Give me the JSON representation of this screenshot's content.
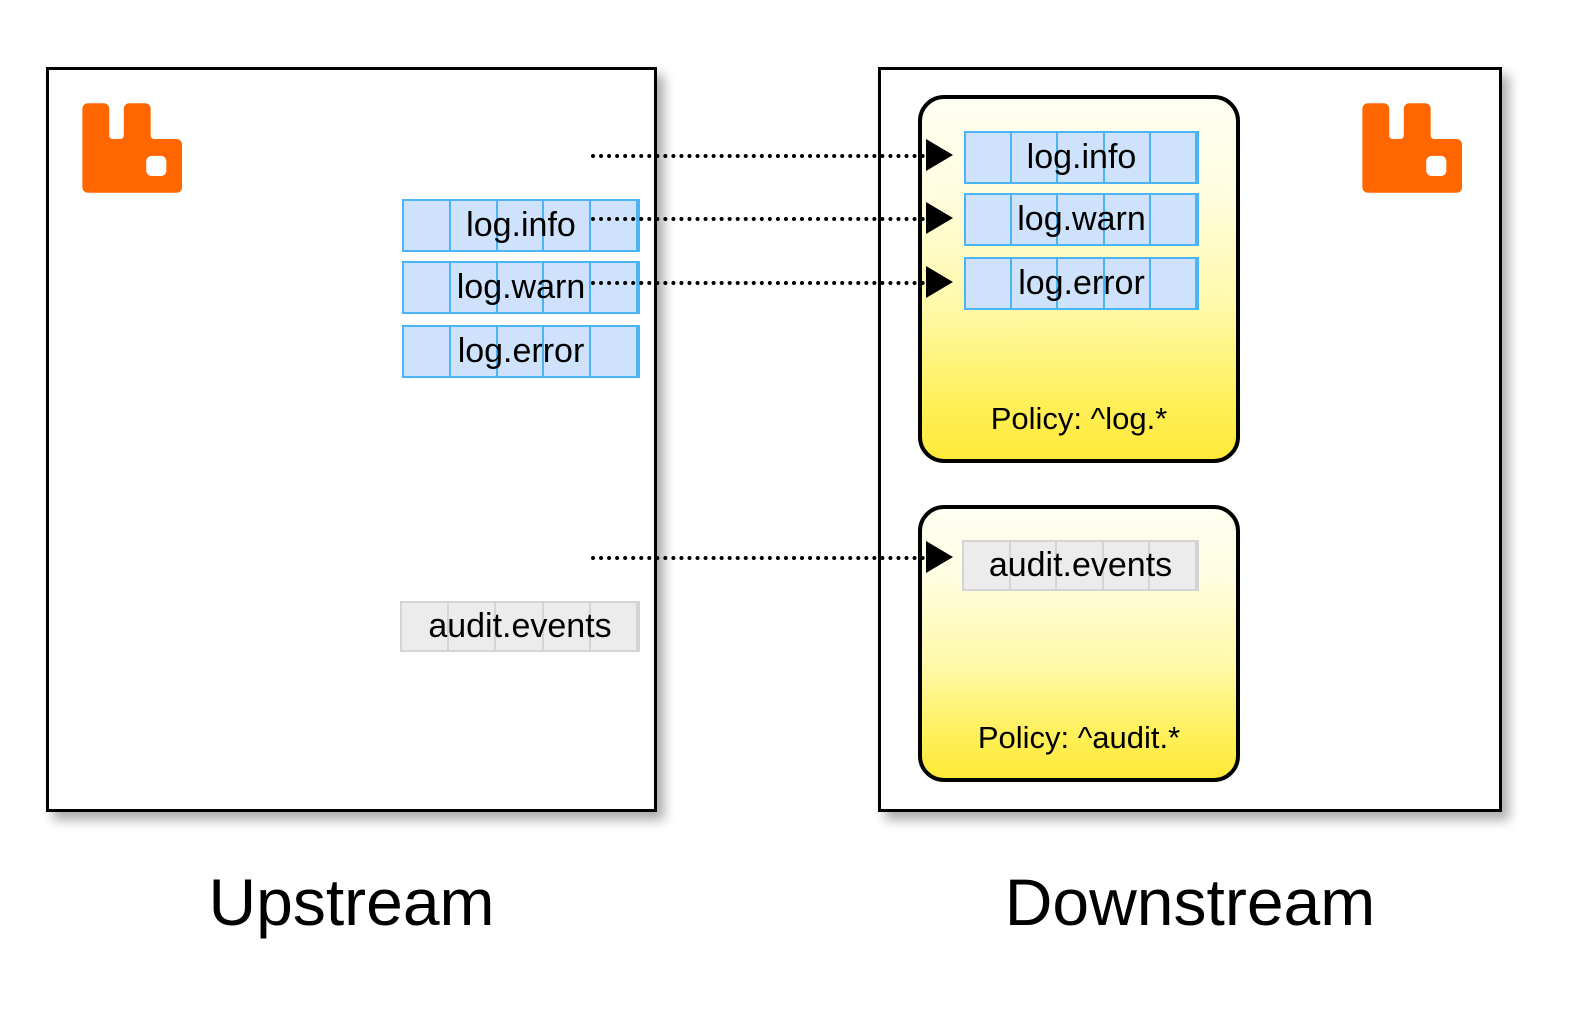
{
  "diagram": {
    "title": "RabbitMQ upstream to downstream federation with policies",
    "colors": {
      "rabbit_orange": "#FF6600",
      "queue_blue_fill": "#CFE2FB",
      "queue_blue_border": "#4BB4F5",
      "queue_grey_fill": "#ECECEC",
      "queue_grey_border": "#D4D4D4",
      "policy_gradient_top": "#FFFFF2",
      "policy_gradient_bottom": "#FFE938",
      "border_black": "#000000"
    }
  },
  "upstream": {
    "caption": "Upstream",
    "logo": "rabbitmq-logo",
    "queues": [
      {
        "name": "log.info",
        "style": "blue",
        "cells": 5
      },
      {
        "name": "log.warn",
        "style": "blue",
        "cells": 5
      },
      {
        "name": "log.error",
        "style": "blue",
        "cells": 5
      },
      {
        "name": "audit.events",
        "style": "grey",
        "cells": 5
      }
    ]
  },
  "downstream": {
    "caption": "Downstream",
    "logo": "rabbitmq-logo",
    "policy_groups": [
      {
        "policy_label": "Policy: ^log.*",
        "pattern": "^log.*",
        "queues": [
          {
            "name": "log.info",
            "style": "blue",
            "cells": 5
          },
          {
            "name": "log.warn",
            "style": "blue",
            "cells": 5
          },
          {
            "name": "log.error",
            "style": "blue",
            "cells": 5
          }
        ]
      },
      {
        "policy_label": "Policy: ^audit.*",
        "pattern": "^audit.*",
        "queues": [
          {
            "name": "audit.events",
            "style": "grey",
            "cells": 5
          }
        ]
      }
    ]
  },
  "links": [
    {
      "from": "log.info",
      "to": "log.info",
      "style": "dotted",
      "arrow": "filled-triangle"
    },
    {
      "from": "log.warn",
      "to": "log.warn",
      "style": "dotted",
      "arrow": "filled-triangle"
    },
    {
      "from": "log.error",
      "to": "log.error",
      "style": "dotted",
      "arrow": "filled-triangle"
    },
    {
      "from": "audit.events",
      "to": "audit.events",
      "style": "dotted",
      "arrow": "filled-triangle"
    }
  ]
}
